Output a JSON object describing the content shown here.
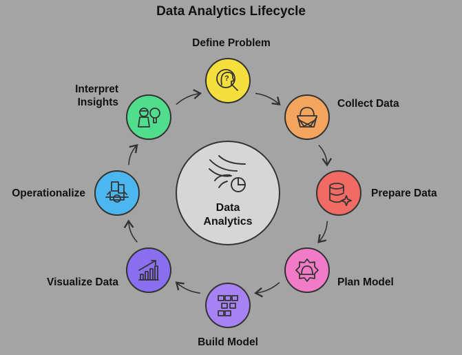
{
  "title": "Data Analytics Lifecycle",
  "center": {
    "line1": "Data",
    "line2": "Analytics",
    "icon": "analytics-flow-icon"
  },
  "steps": [
    {
      "label": "Define Problem",
      "color": "#f4df3c",
      "icon": "head-question-magnifier-icon"
    },
    {
      "label": "Collect Data",
      "color": "#f3a45e",
      "icon": "basket-icon"
    },
    {
      "label": "Prepare Data",
      "color": "#f06b64",
      "icon": "database-sparkle-icon"
    },
    {
      "label": "Plan Model",
      "color": "#f07cc8",
      "icon": "gear-helmet-icon"
    },
    {
      "label": "Build Model",
      "color": "#a682f2",
      "icon": "flowchart-icon"
    },
    {
      "label": "Visualize Data",
      "color": "#8a6ff0",
      "icon": "bar-chart-trend-icon"
    },
    {
      "label": "Operationalize",
      "color": "#4cb7ef",
      "icon": "gear-document-icon"
    },
    {
      "label": "Interpret Insights",
      "color": "#52dc8e",
      "icon": "person-lightbulb-icon"
    }
  ]
}
